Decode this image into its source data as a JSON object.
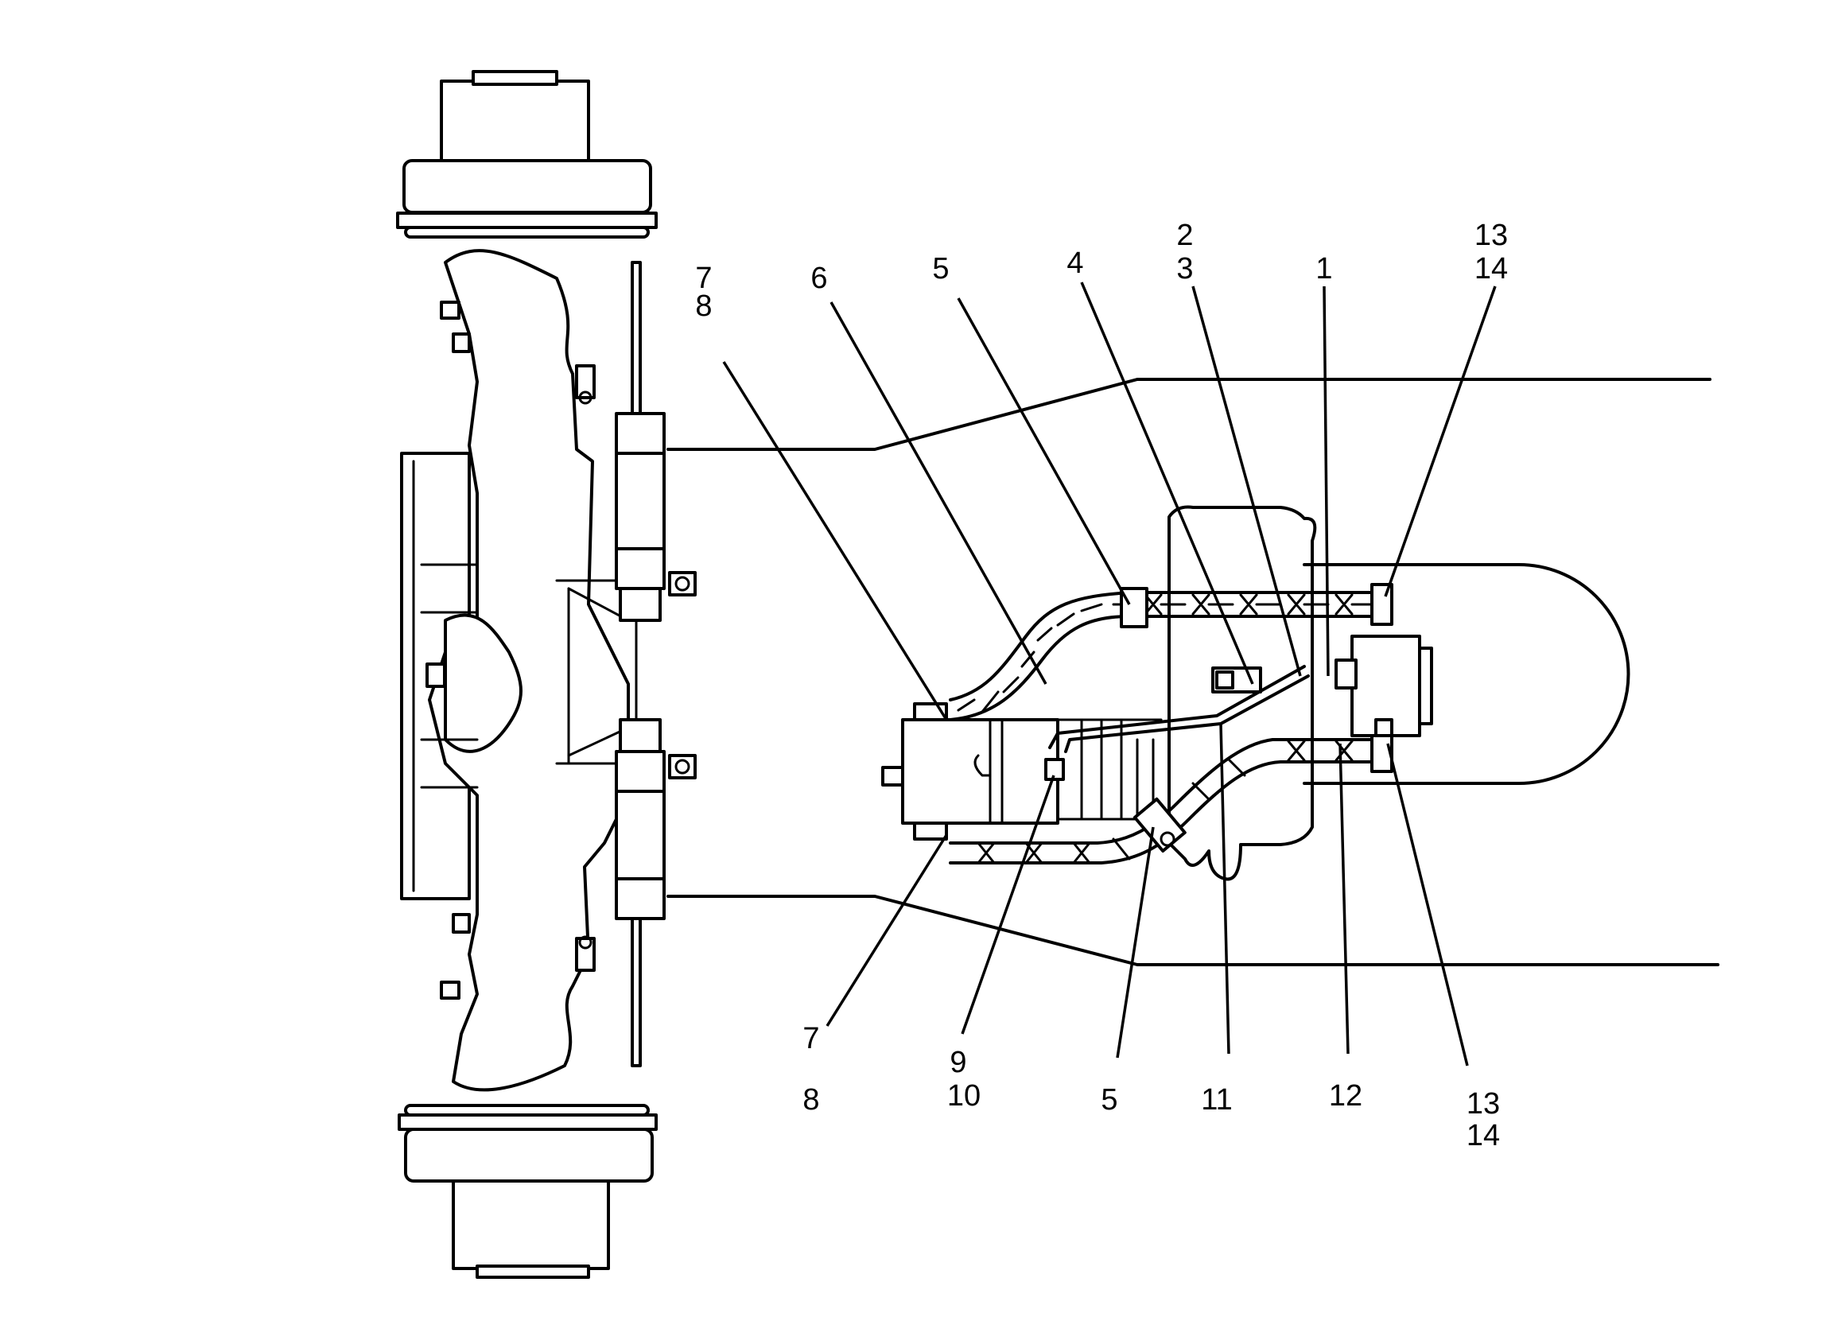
{
  "figure": {
    "callouts": [
      {
        "id": "c-7-8-top",
        "lines": [
          "7",
          "8"
        ]
      },
      {
        "id": "c-6",
        "lines": [
          "6"
        ]
      },
      {
        "id": "c-5-top",
        "lines": [
          "5"
        ]
      },
      {
        "id": "c-4",
        "lines": [
          "4"
        ]
      },
      {
        "id": "c-2-3",
        "lines": [
          "2",
          "3"
        ]
      },
      {
        "id": "c-1",
        "lines": [
          "1"
        ]
      },
      {
        "id": "c-13-14-top",
        "lines": [
          "13",
          "14"
        ]
      },
      {
        "id": "c-7-8-bottom",
        "lines": [
          "7",
          "8"
        ]
      },
      {
        "id": "c-9-10",
        "lines": [
          "9",
          "10"
        ]
      },
      {
        "id": "c-5-bottom",
        "lines": [
          "5"
        ]
      },
      {
        "id": "c-11",
        "lines": [
          "11"
        ]
      },
      {
        "id": "c-12",
        "lines": [
          "12"
        ]
      },
      {
        "id": "c-13-14-bottom",
        "lines": [
          "13",
          "14"
        ]
      }
    ]
  }
}
